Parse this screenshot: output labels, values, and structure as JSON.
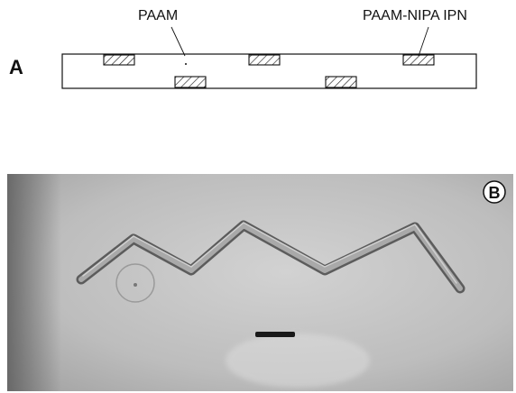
{
  "panel_a": {
    "letter": "A",
    "label_paam": "PAAM",
    "label_ipn": "PAAM-NIPA IPN"
  },
  "panel_b": {
    "letter": "B"
  }
}
